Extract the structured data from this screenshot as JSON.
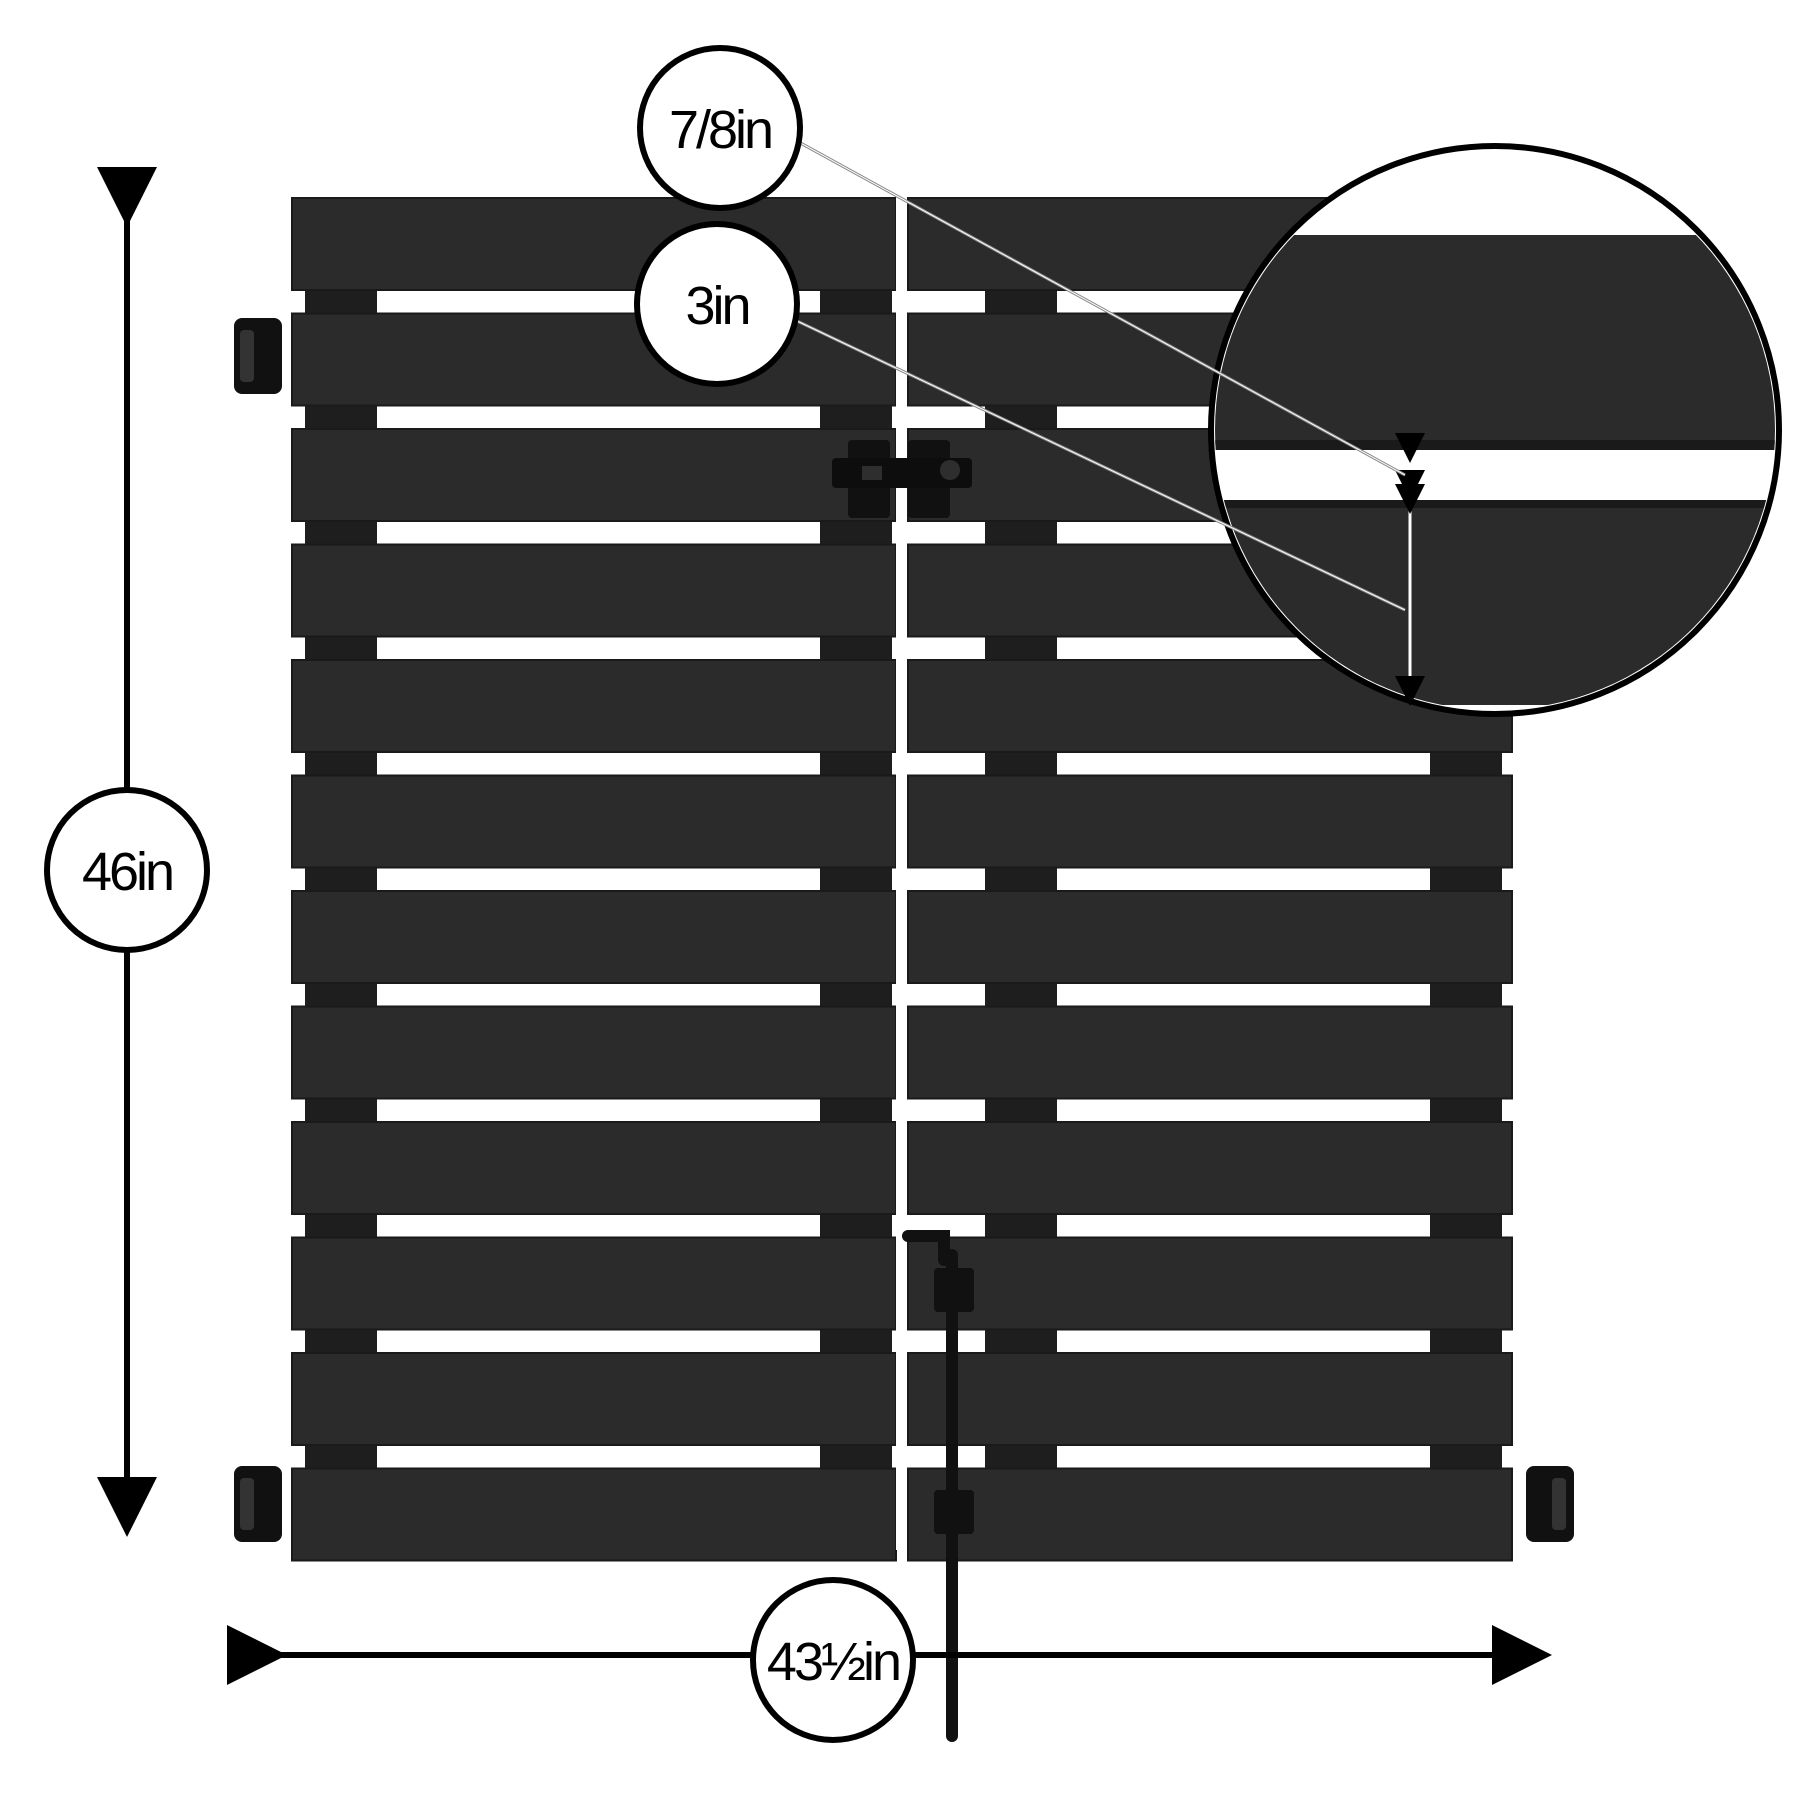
{
  "diagram": {
    "labels": {
      "height": "46in",
      "width": "43½in",
      "slat_width": "3in",
      "gap": "7/8in"
    },
    "slat_rows_per_panel": 12,
    "colors": {
      "wood": "#2b2b2b",
      "wood_dark": "#1e1e1e",
      "hardware": "#111111",
      "outline": "#000000",
      "background": "#ffffff"
    }
  }
}
